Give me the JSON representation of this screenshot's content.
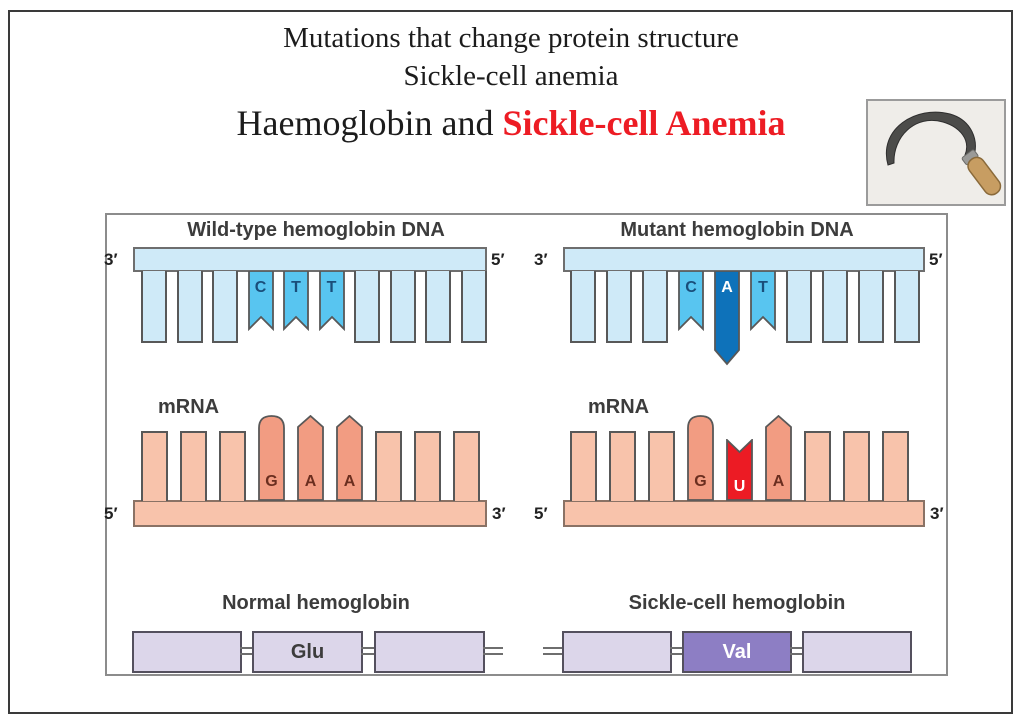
{
  "titles": {
    "line1": "Mutations that change protein structure",
    "line2": "Sickle-cell anemia",
    "line3_black": "Haemoglobin and ",
    "line3_red": "Sickle-cell Anemia"
  },
  "colors": {
    "red_accent": "#ed1c24",
    "dna_plain": "#cfeaf8",
    "dna_highlight_mid": "#58c5f0",
    "dna_highlight_dark": "#0e72ba",
    "mrna_plain": "#f8c3ab",
    "mrna_highlight": "#f29c82",
    "mrna_mutation_red": "#ec1b24",
    "protein_light": "#dcd6ea",
    "protein_dark": "#8d7ec4"
  },
  "icons": {
    "sickle": "sickle-photo"
  },
  "diagram": {
    "left": {
      "dna": {
        "heading": "Wild-type hemoglobin DNA",
        "end_left": "3′",
        "end_right": "5′",
        "teeth": [
          {
            "type": "plain"
          },
          {
            "type": "plain"
          },
          {
            "type": "plain"
          },
          {
            "type": "flag",
            "label": "C"
          },
          {
            "type": "flag",
            "label": "T"
          },
          {
            "type": "flag",
            "label": "T"
          },
          {
            "type": "plain"
          },
          {
            "type": "plain"
          },
          {
            "type": "plain"
          },
          {
            "type": "plain"
          }
        ]
      },
      "mrna": {
        "label": "mRNA",
        "end_left": "5′",
        "end_right": "3′",
        "teeth": [
          {
            "type": "plain"
          },
          {
            "type": "plain"
          },
          {
            "type": "plain"
          },
          {
            "type": "round",
            "label": "G"
          },
          {
            "type": "peak",
            "label": "A"
          },
          {
            "type": "peak",
            "label": "A"
          },
          {
            "type": "plain"
          },
          {
            "type": "plain"
          },
          {
            "type": "plain"
          }
        ]
      },
      "protein": {
        "heading": "Normal hemoglobin",
        "boxes": [
          {
            "label": ""
          },
          {
            "label": "Glu"
          },
          {
            "label": ""
          }
        ]
      }
    },
    "right": {
      "dna": {
        "heading": "Mutant hemoglobin DNA",
        "end_left": "3′",
        "end_right": "5′",
        "teeth": [
          {
            "type": "plain"
          },
          {
            "type": "plain"
          },
          {
            "type": "plain"
          },
          {
            "type": "flag",
            "label": "C"
          },
          {
            "type": "point",
            "label": "A"
          },
          {
            "type": "flag",
            "label": "T"
          },
          {
            "type": "plain"
          },
          {
            "type": "plain"
          },
          {
            "type": "plain"
          },
          {
            "type": "plain"
          }
        ]
      },
      "mrna": {
        "label": "mRNA",
        "end_left": "5′",
        "end_right": "3′",
        "teeth": [
          {
            "type": "plain"
          },
          {
            "type": "plain"
          },
          {
            "type": "plain"
          },
          {
            "type": "round",
            "label": "G"
          },
          {
            "type": "notch",
            "label": "U"
          },
          {
            "type": "peak",
            "label": "A"
          },
          {
            "type": "plain"
          },
          {
            "type": "plain"
          },
          {
            "type": "plain"
          }
        ]
      },
      "protein": {
        "heading": "Sickle-cell hemoglobin",
        "boxes": [
          {
            "label": ""
          },
          {
            "label": "Val"
          },
          {
            "label": ""
          }
        ]
      }
    }
  }
}
